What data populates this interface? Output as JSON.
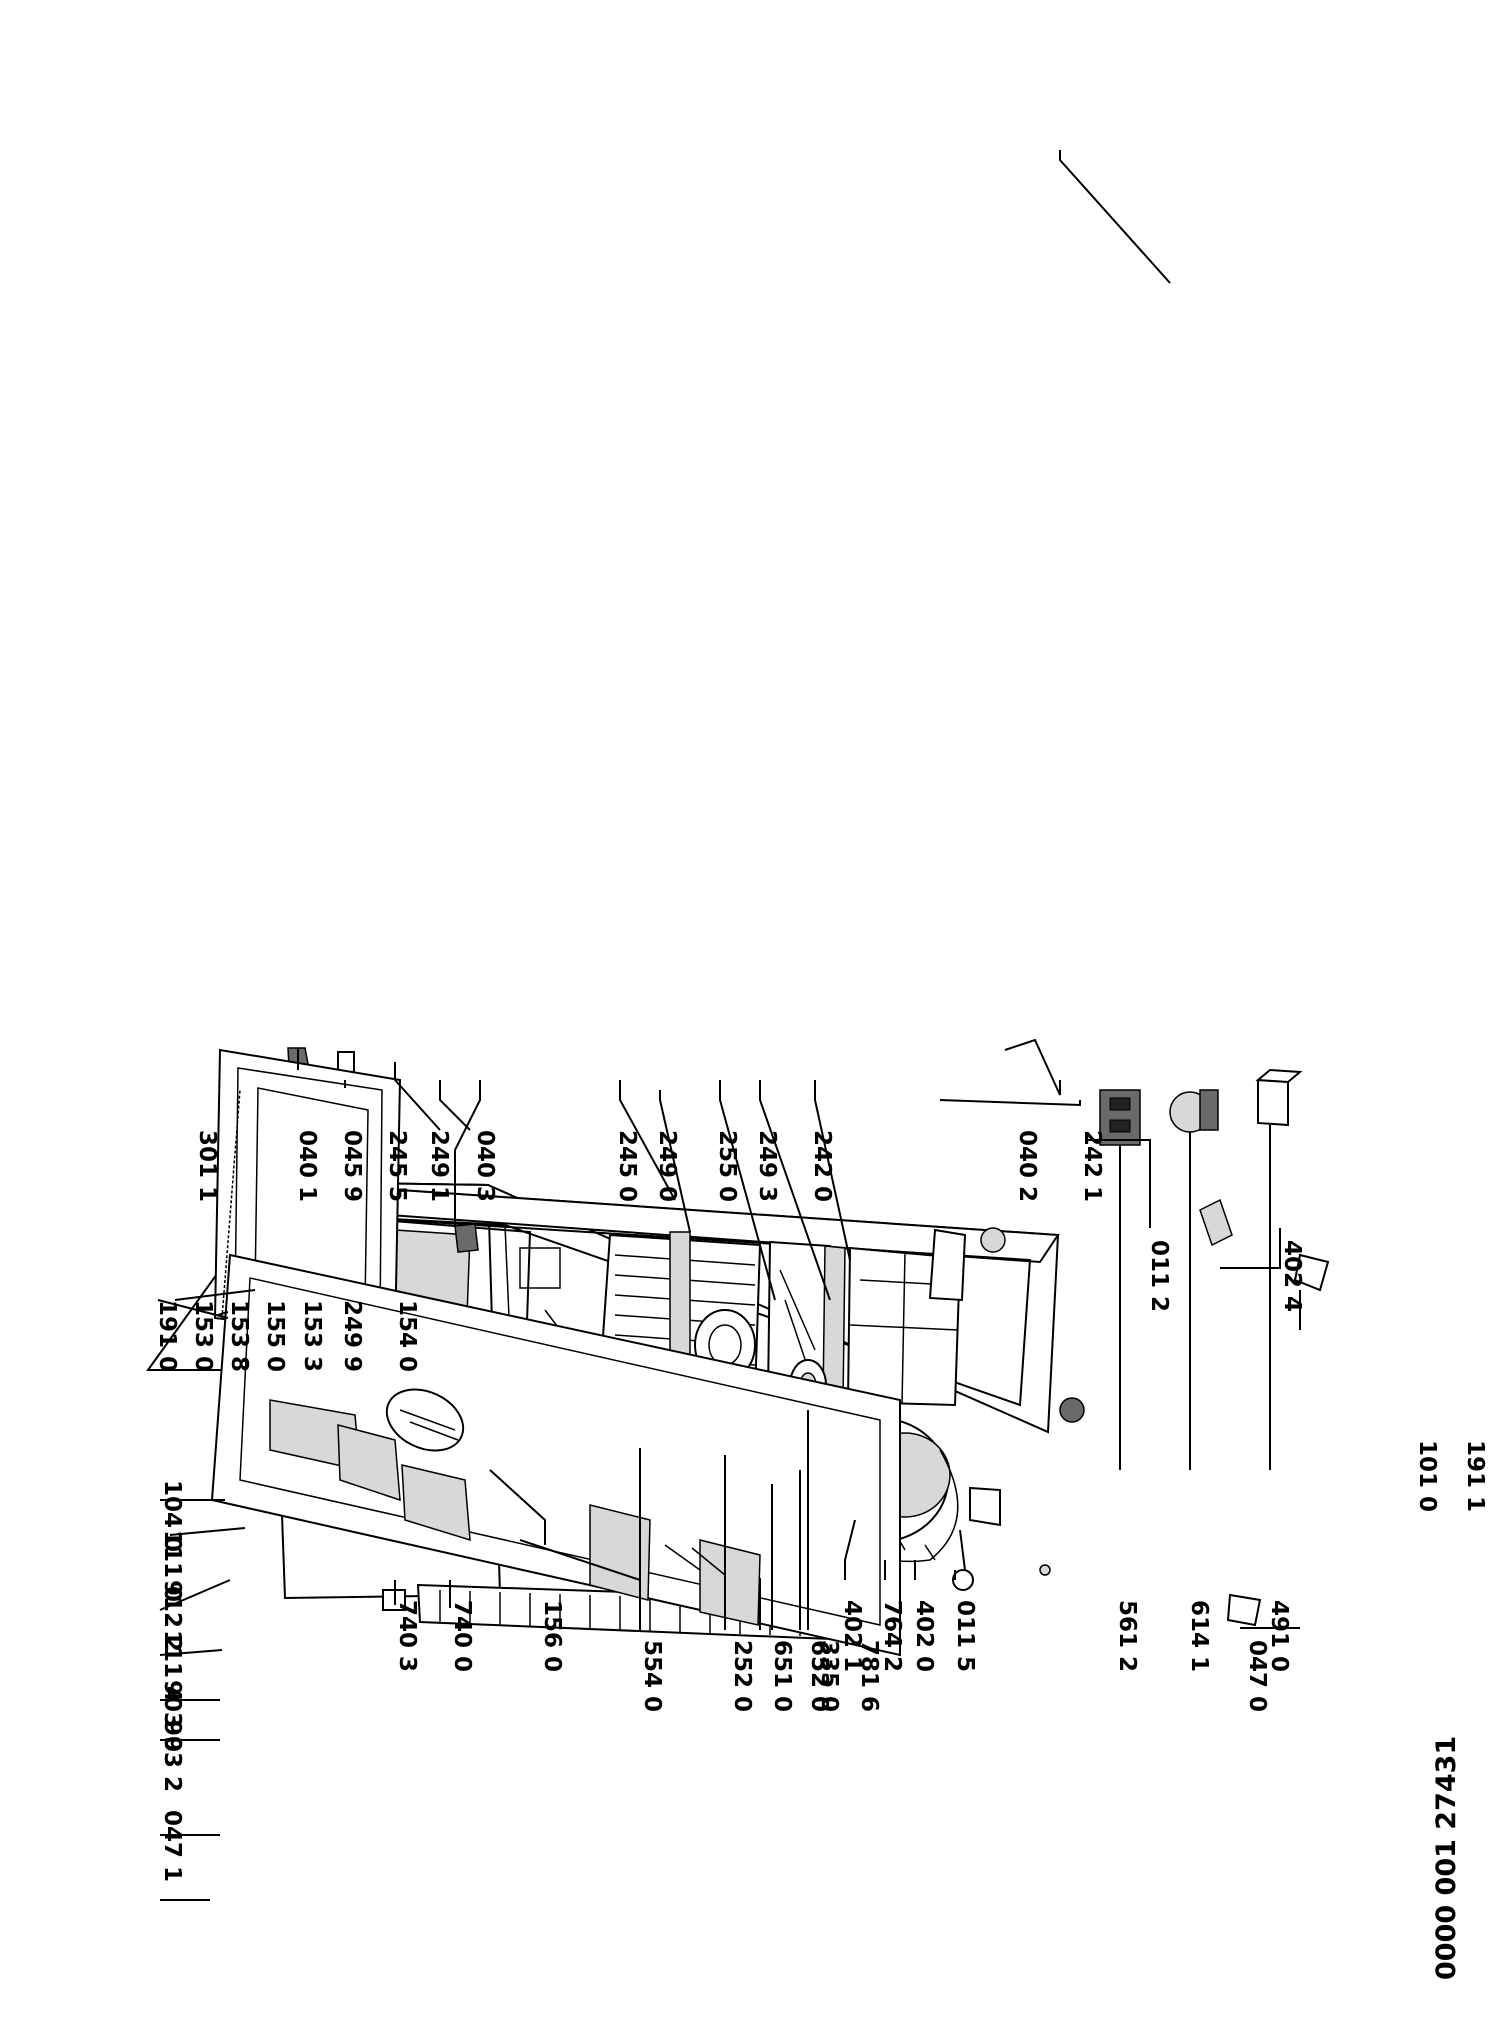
{
  "document": {
    "number": "0000 001 27431"
  },
  "labels": {
    "cabinet": {
      "p3011": "301 1",
      "p0401": "040 1",
      "p0459": "045 9",
      "p2455": "245 5",
      "p2491": "249 1",
      "p0403": "040 3",
      "p2450": "245 0",
      "p2490": "249 0",
      "p2550": "255 0",
      "p2493": "249 3",
      "p2420": "242 0",
      "p0402": "040 2",
      "p2421": "242 1",
      "p0112": "011 2",
      "p4024": "402 4",
      "p7403": "740 3",
      "p7400": "740 0",
      "p1560": "156 0",
      "p4021": "402 1",
      "p7642": "764 2",
      "p4020": "402 0",
      "p0115": "011 5",
      "p5612": "561 2",
      "p6141": "614 1",
      "p4910": "491 0"
    },
    "components": {
      "p6510": "651 0",
      "p6520": "652 0",
      "p7816": "781 6",
      "p5540": "554 0",
      "p2520": "252 0",
      "p3350": "335 0"
    },
    "doors": {
      "p1911": "191 1",
      "p1010": "101 0",
      "p1910": "191 0",
      "p1530": "153 0",
      "p1538": "153 8",
      "p1550": "155 0",
      "p1533": "153 3",
      "p2499": "249 9",
      "p1540": "154 0",
      "p0470": "047 0",
      "p1040": "104 0",
      "p1110": "111 0",
      "p9122": "912 2",
      "p1114": "111 4",
      "p9030": "903 0",
      "p9932": "993 2",
      "p0471": "047 1"
    }
  }
}
